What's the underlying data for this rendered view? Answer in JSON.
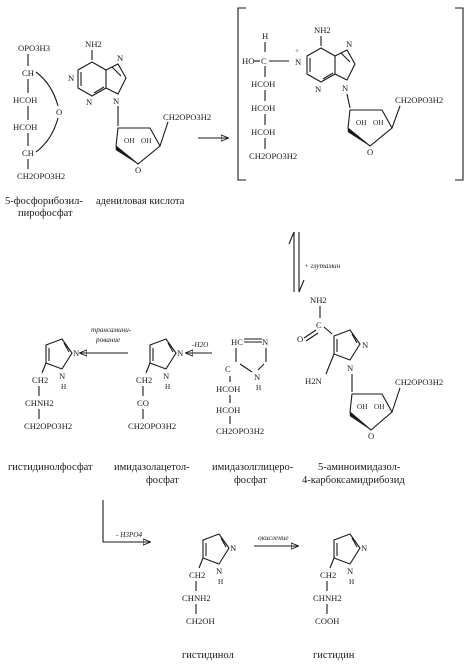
{
  "molecules": {
    "prpp": {
      "top": "OPO3H3",
      "ch": "CH",
      "r1": "HCOH",
      "r2": "HCOH",
      "ch2": "CH",
      "bottom": "CH2OPO3H2",
      "o": "O",
      "caption_line1": "5-фосфорибозил-",
      "caption_line2": "пирофосфат"
    },
    "amp": {
      "nh2": "NH2",
      "n_top": "N",
      "n_left": "N",
      "n_bottom": "N",
      "n_ring": "N",
      "side": "CH2OPO3H2",
      "oh1": "OH",
      "oh2": "OH",
      "o": "O",
      "caption": "адениловая кислота"
    },
    "adduct": {
      "h": "H",
      "ho": "HO",
      "c": "C",
      "plus": "+",
      "nh2": "NH2",
      "n_top": "N",
      "n_plus": "N",
      "n_bottom": "N",
      "n_ring": "N",
      "r1": "HCOH",
      "r2": "HCOH",
      "r3": "HCOH",
      "bottom": "CH2OPO3H2",
      "side": "CH2OPO3H2",
      "oh1": "OH",
      "oh2": "OH",
      "o": "O"
    },
    "aicar": {
      "o": "O",
      "nh2_top": "NH2",
      "c": "C",
      "n_right": "N",
      "n_bottom": "N",
      "h2n": "H2N",
      "side": "CH2OPO3H2",
      "oh1": "OH",
      "oh2": "OH",
      "o_ring": "O",
      "caption_line1": "5-аминоимидазол-",
      "caption_line2": "4-карбоксамидрибозид"
    },
    "igp": {
      "hc": "HC",
      "c": "C",
      "n_top": "N",
      "n": "N",
      "h": "H",
      "r1": "HCOH",
      "r2": "HCOH",
      "bottom": "CH2OPO3H2",
      "caption_line1": "имидазолглицеро-",
      "caption_line2": "фосфат"
    },
    "iap": {
      "n_top": "N",
      "n": "N",
      "h": "H",
      "ch2": "CH2",
      "co": "CO",
      "bottom": "CH2OPO3H2",
      "caption_line1": "имидазолацетол-",
      "caption_line2": "фосфат"
    },
    "hp": {
      "n_top": "N",
      "n": "N",
      "h": "H",
      "ch2": "CH2",
      "chnh2": "CHNH2",
      "bottom": "CH2OPO3H2",
      "caption": "гистидинолфосфат"
    },
    "histidinol": {
      "n_top": "N",
      "n": "N",
      "h": "H",
      "ch2": "CH2",
      "chnh2": "CHNH2",
      "bottom": "CH2OH",
      "caption": "гистидинол"
    },
    "histidine": {
      "n_top": "N",
      "n": "N",
      "h": "H",
      "ch2": "CH2",
      "chnh2": "CHNH2",
      "bottom": "COOH",
      "caption": "гистидин"
    }
  },
  "arrows": {
    "glutamine": "+ глутамин",
    "dehydration": "-H2O",
    "transamination_line1": "трансамини-",
    "transamination_line2": "рование",
    "phosphate": "- H3PO4",
    "oxidation": "окисление"
  }
}
